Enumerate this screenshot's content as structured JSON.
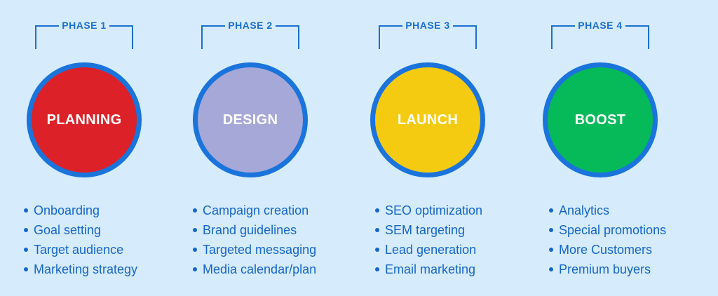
{
  "phases": [
    {
      "phase_label": "PHASE 1",
      "title": "PLANNING",
      "color": "#dc2128",
      "items": [
        "Onboarding",
        "Goal setting",
        "Target audience",
        "Marketing strategy"
      ]
    },
    {
      "phase_label": "PHASE 2",
      "title": "DESIGN",
      "color": "#a6a8d8",
      "items": [
        "Campaign creation",
        "Brand guidelines",
        "Targeted messaging",
        "Media calendar/plan"
      ]
    },
    {
      "phase_label": "PHASE 3",
      "title": "LAUNCH",
      "color": "#f5cb12",
      "items": [
        "SEO optimization",
        "SEM targeting",
        "Lead generation",
        "Email marketing"
      ]
    },
    {
      "phase_label": "PHASE 4",
      "title": "BOOST",
      "color": "#06ba5a",
      "items": [
        "Analytics",
        "Special promotions",
        "More Customers",
        "Premium buyers"
      ]
    }
  ],
  "colors": {
    "background": "#d6ebfb",
    "accent": "#1a74dc",
    "text": "#1566c9"
  }
}
